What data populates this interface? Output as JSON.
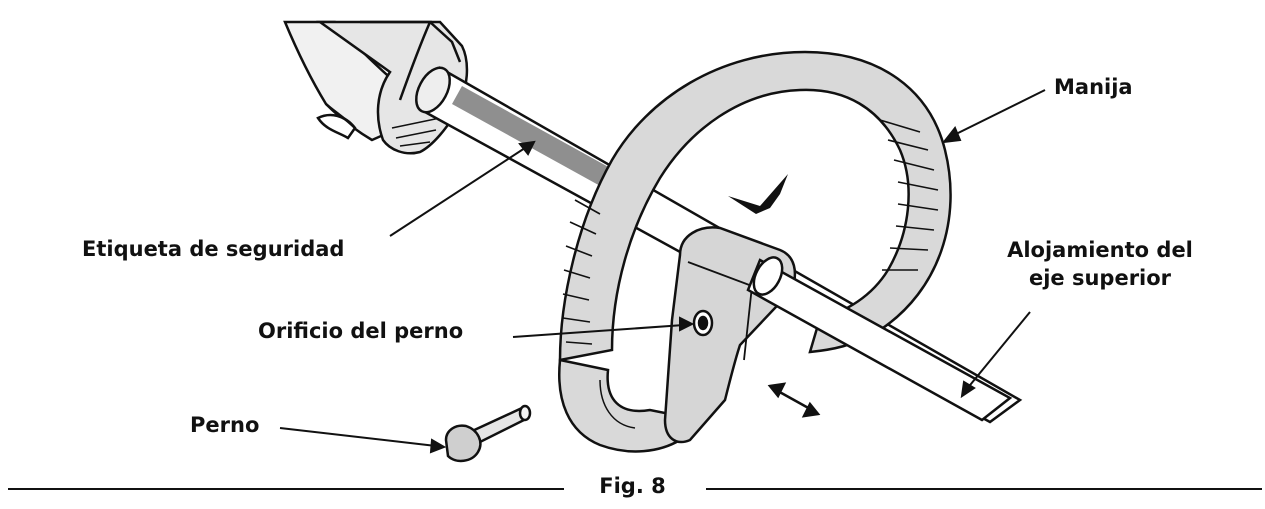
{
  "labels": {
    "handle": "Manija",
    "safety_label": "Etiqueta de seguridad",
    "upper_shaft_line1": "Alojamiento del",
    "upper_shaft_line2": "eje superior",
    "bolt_hole": "Orificio del perno",
    "bolt": "Perno"
  },
  "caption": "Fig. 8",
  "colors": {
    "ink": "#111111",
    "grip": "#d9d9d9",
    "grip_dark": "#b5b5b5",
    "paper": "#ffffff",
    "label_band": "#c8c8c8"
  }
}
